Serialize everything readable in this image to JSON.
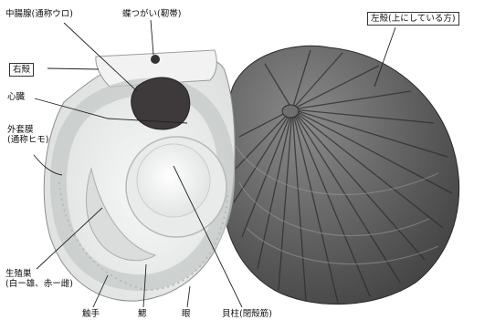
{
  "labels": {
    "midgut_gland": "中腸腺(通称ウロ)",
    "hinge": "蝶つがい(靭帯)",
    "left_valve": "左殻(上にしている方)",
    "right_valve": "右殻",
    "heart": "心臓",
    "mantle_line1": "外套膜",
    "mantle_line2": "(通称ヒモ)",
    "gonad_line1": "生殖巣",
    "gonad_line2": "(白ー雄、赤ー雌)",
    "tentacle": "触手",
    "gill": "鰓",
    "eye": "眼",
    "adductor": "貝柱(閉殻筋)"
  },
  "colors": {
    "background": "#ffffff",
    "shell_inner": "#e9ebea",
    "mantle": "#cfd3d1",
    "adductor": "#f4f6f5",
    "gland": "#3a3536",
    "left_shell": "#545454",
    "leader_line": "#222222"
  }
}
